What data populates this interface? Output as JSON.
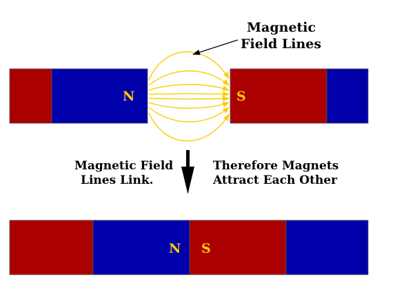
{
  "colors": {
    "red": "#ab0000",
    "blue": "#0000aa",
    "field": "#ffcc00",
    "pole_text": "#ffcc00",
    "text": "#000000"
  },
  "top": {
    "left_pole": "N",
    "right_pole": "S"
  },
  "field_label": {
    "line1": "Magnetic",
    "line2": "Field Lines"
  },
  "left_caption": {
    "line1": "Magnetic Field",
    "line2": "Lines  Link."
  },
  "right_caption": {
    "line1": "Therefore Magnets",
    "line2": "Attract Each Other"
  },
  "bottom": {
    "left_pole": "N",
    "right_pole": "S"
  },
  "icons": {
    "down_arrow": "down-arrow-icon",
    "pointer_arrow": "pointer-arrow-icon"
  }
}
